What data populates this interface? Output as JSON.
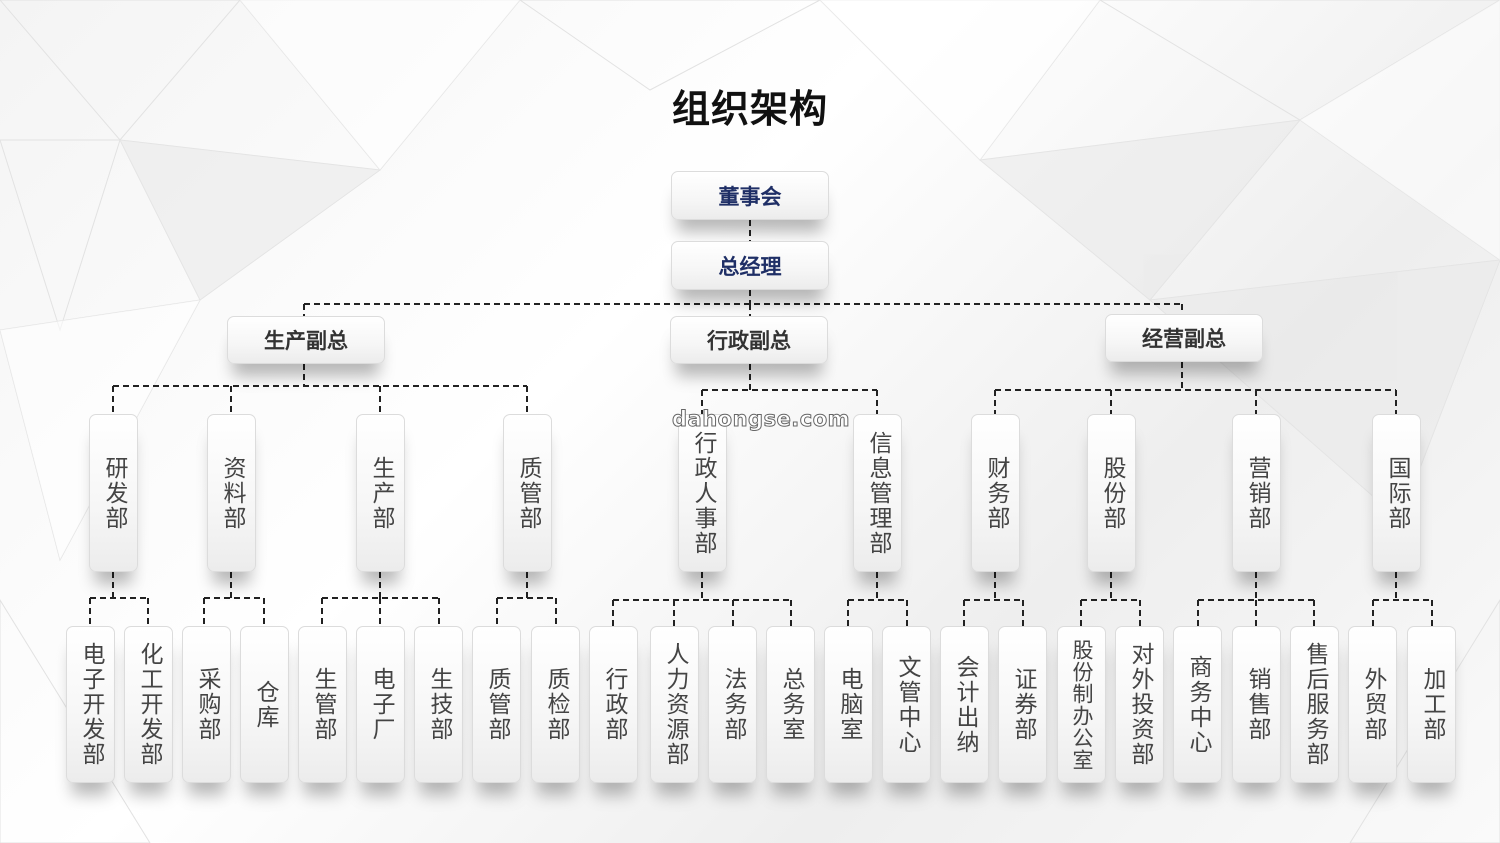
{
  "title": "组织架构",
  "watermark": "dahongse.com",
  "top": {
    "board": "董事会",
    "gm": "总经理"
  },
  "vps": {
    "production": "生产副总",
    "admin": "行政副总",
    "business": "经营副总"
  },
  "departments": {
    "rd": "研发部",
    "materials": "资料部",
    "production": "生产部",
    "quality": "质管部",
    "admin_hr": "行政人事部",
    "info_mgmt": "信息管理部",
    "finance": "财务部",
    "shares": "股份部",
    "marketing": "营销部",
    "international": "国际部"
  },
  "subunits": {
    "electronic_dev": "电子开发部",
    "chemical_dev": "化工开发部",
    "purchasing": "采购部",
    "warehouse": "仓库",
    "prod_mgmt": "生管部",
    "electronics_factory": "电子厂",
    "prod_tech": "生技部",
    "quality_mgmt": "质管部",
    "quality_inspection": "质检部",
    "administration": "行政部",
    "human_resources": "人力资源部",
    "legal": "法务部",
    "general_office": "总务室",
    "computer_room": "电脑室",
    "document_center": "文管中心",
    "accounting_cashier": "会计出纳",
    "securities": "证券部",
    "shares_office": "股份制办公室",
    "external_investment": "对外投资部",
    "business_center": "商务中心",
    "sales": "销售部",
    "after_sales": "售后服务部",
    "foreign_trade": "外贸部",
    "processing": "加工部"
  }
}
